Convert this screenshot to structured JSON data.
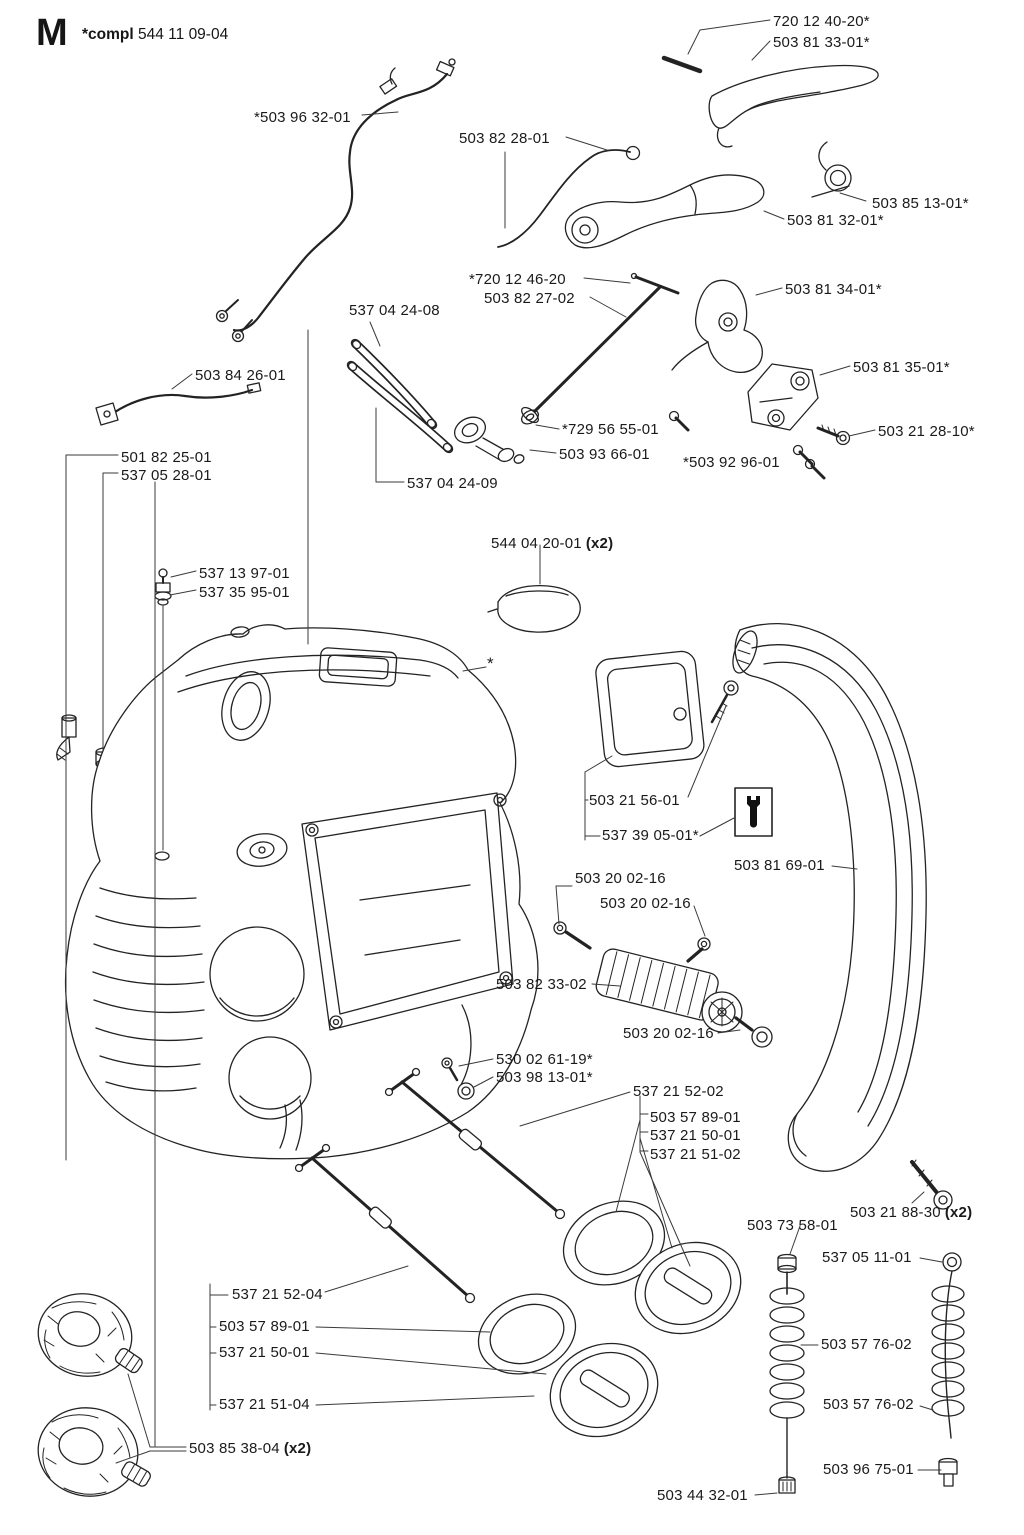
{
  "header": {
    "section_letter": "M",
    "compl_prefix": "*compl",
    "compl_number": "544 11 09-04"
  },
  "icons": {
    "wrench": "assembly-tool"
  },
  "labels": [
    {
      "t": "720 12 40-20*"
    },
    {
      "t": "503 81 33-01*"
    },
    {
      "t": "*503 96 32-01"
    },
    {
      "t": "503 82 28-01"
    },
    {
      "t": "503 85 13-01*"
    },
    {
      "t": "503 81 32-01*"
    },
    {
      "t": "*720 12 46-20"
    },
    {
      "t": "503 82 27-02"
    },
    {
      "t": "503 81 34-01*"
    },
    {
      "t": "537 04 24-08"
    },
    {
      "t": "503 84 26-01"
    },
    {
      "t": "503 81 35-01*"
    },
    {
      "t": "501 82 25-01"
    },
    {
      "t": "537 05 28-01"
    },
    {
      "t": "*729 56 55-01"
    },
    {
      "t": "503 21 28-10*"
    },
    {
      "t": "503 93 66-01"
    },
    {
      "t": "*503 92 96-01"
    },
    {
      "t": "537 04 24-09"
    },
    {
      "t": "544 04 20-01",
      "b": "(x2)"
    },
    {
      "t": "537 13 97-01"
    },
    {
      "t": "537 35 95-01"
    },
    {
      "t": "*"
    },
    {
      "t": "503 21 56-01"
    },
    {
      "t": "537 39 05-01*"
    },
    {
      "t": "503 81 69-01"
    },
    {
      "t": "503 20 02-16"
    },
    {
      "t": "503 20 02-16"
    },
    {
      "t": "503 82 33-02"
    },
    {
      "t": "503 20 02-16"
    },
    {
      "t": "530 02 61-19*"
    },
    {
      "t": "503 98 13-01*"
    },
    {
      "t": "537 21 52-02"
    },
    {
      "t": "503 57 89-01"
    },
    {
      "t": "537 21 50-01"
    },
    {
      "t": "537 21 51-02"
    },
    {
      "t": "503 73 58-01"
    },
    {
      "t": "503 21 88-30",
      "b": "(x2)"
    },
    {
      "t": "537 05 11-01"
    },
    {
      "t": "537 21 52-04"
    },
    {
      "t": "503 57 89-01"
    },
    {
      "t": "537 21 50-01"
    },
    {
      "t": "503 57 76-02"
    },
    {
      "t": "537 21 51-04"
    },
    {
      "t": "503 57 76-02"
    },
    {
      "t": "503 85 38-04",
      "b": "(x2)"
    },
    {
      "t": "503 96 75-01"
    },
    {
      "t": "503 44 32-01"
    }
  ]
}
